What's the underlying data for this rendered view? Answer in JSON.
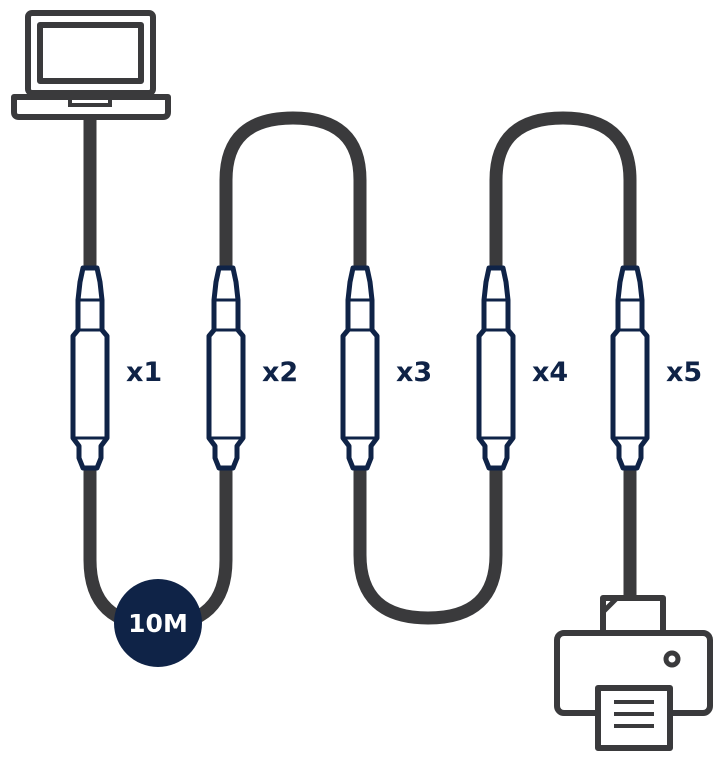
{
  "badge": {
    "label": "10M"
  },
  "repeaters": [
    {
      "label": "x1"
    },
    {
      "label": "x2"
    },
    {
      "label": "x3"
    },
    {
      "label": "x4"
    },
    {
      "label": "x5"
    }
  ],
  "colors": {
    "cable": "#3a3a3c",
    "accent": "#0f2347",
    "background": "#ffffff"
  },
  "icons": {
    "source": "laptop-icon",
    "destination": "printer-icon"
  }
}
